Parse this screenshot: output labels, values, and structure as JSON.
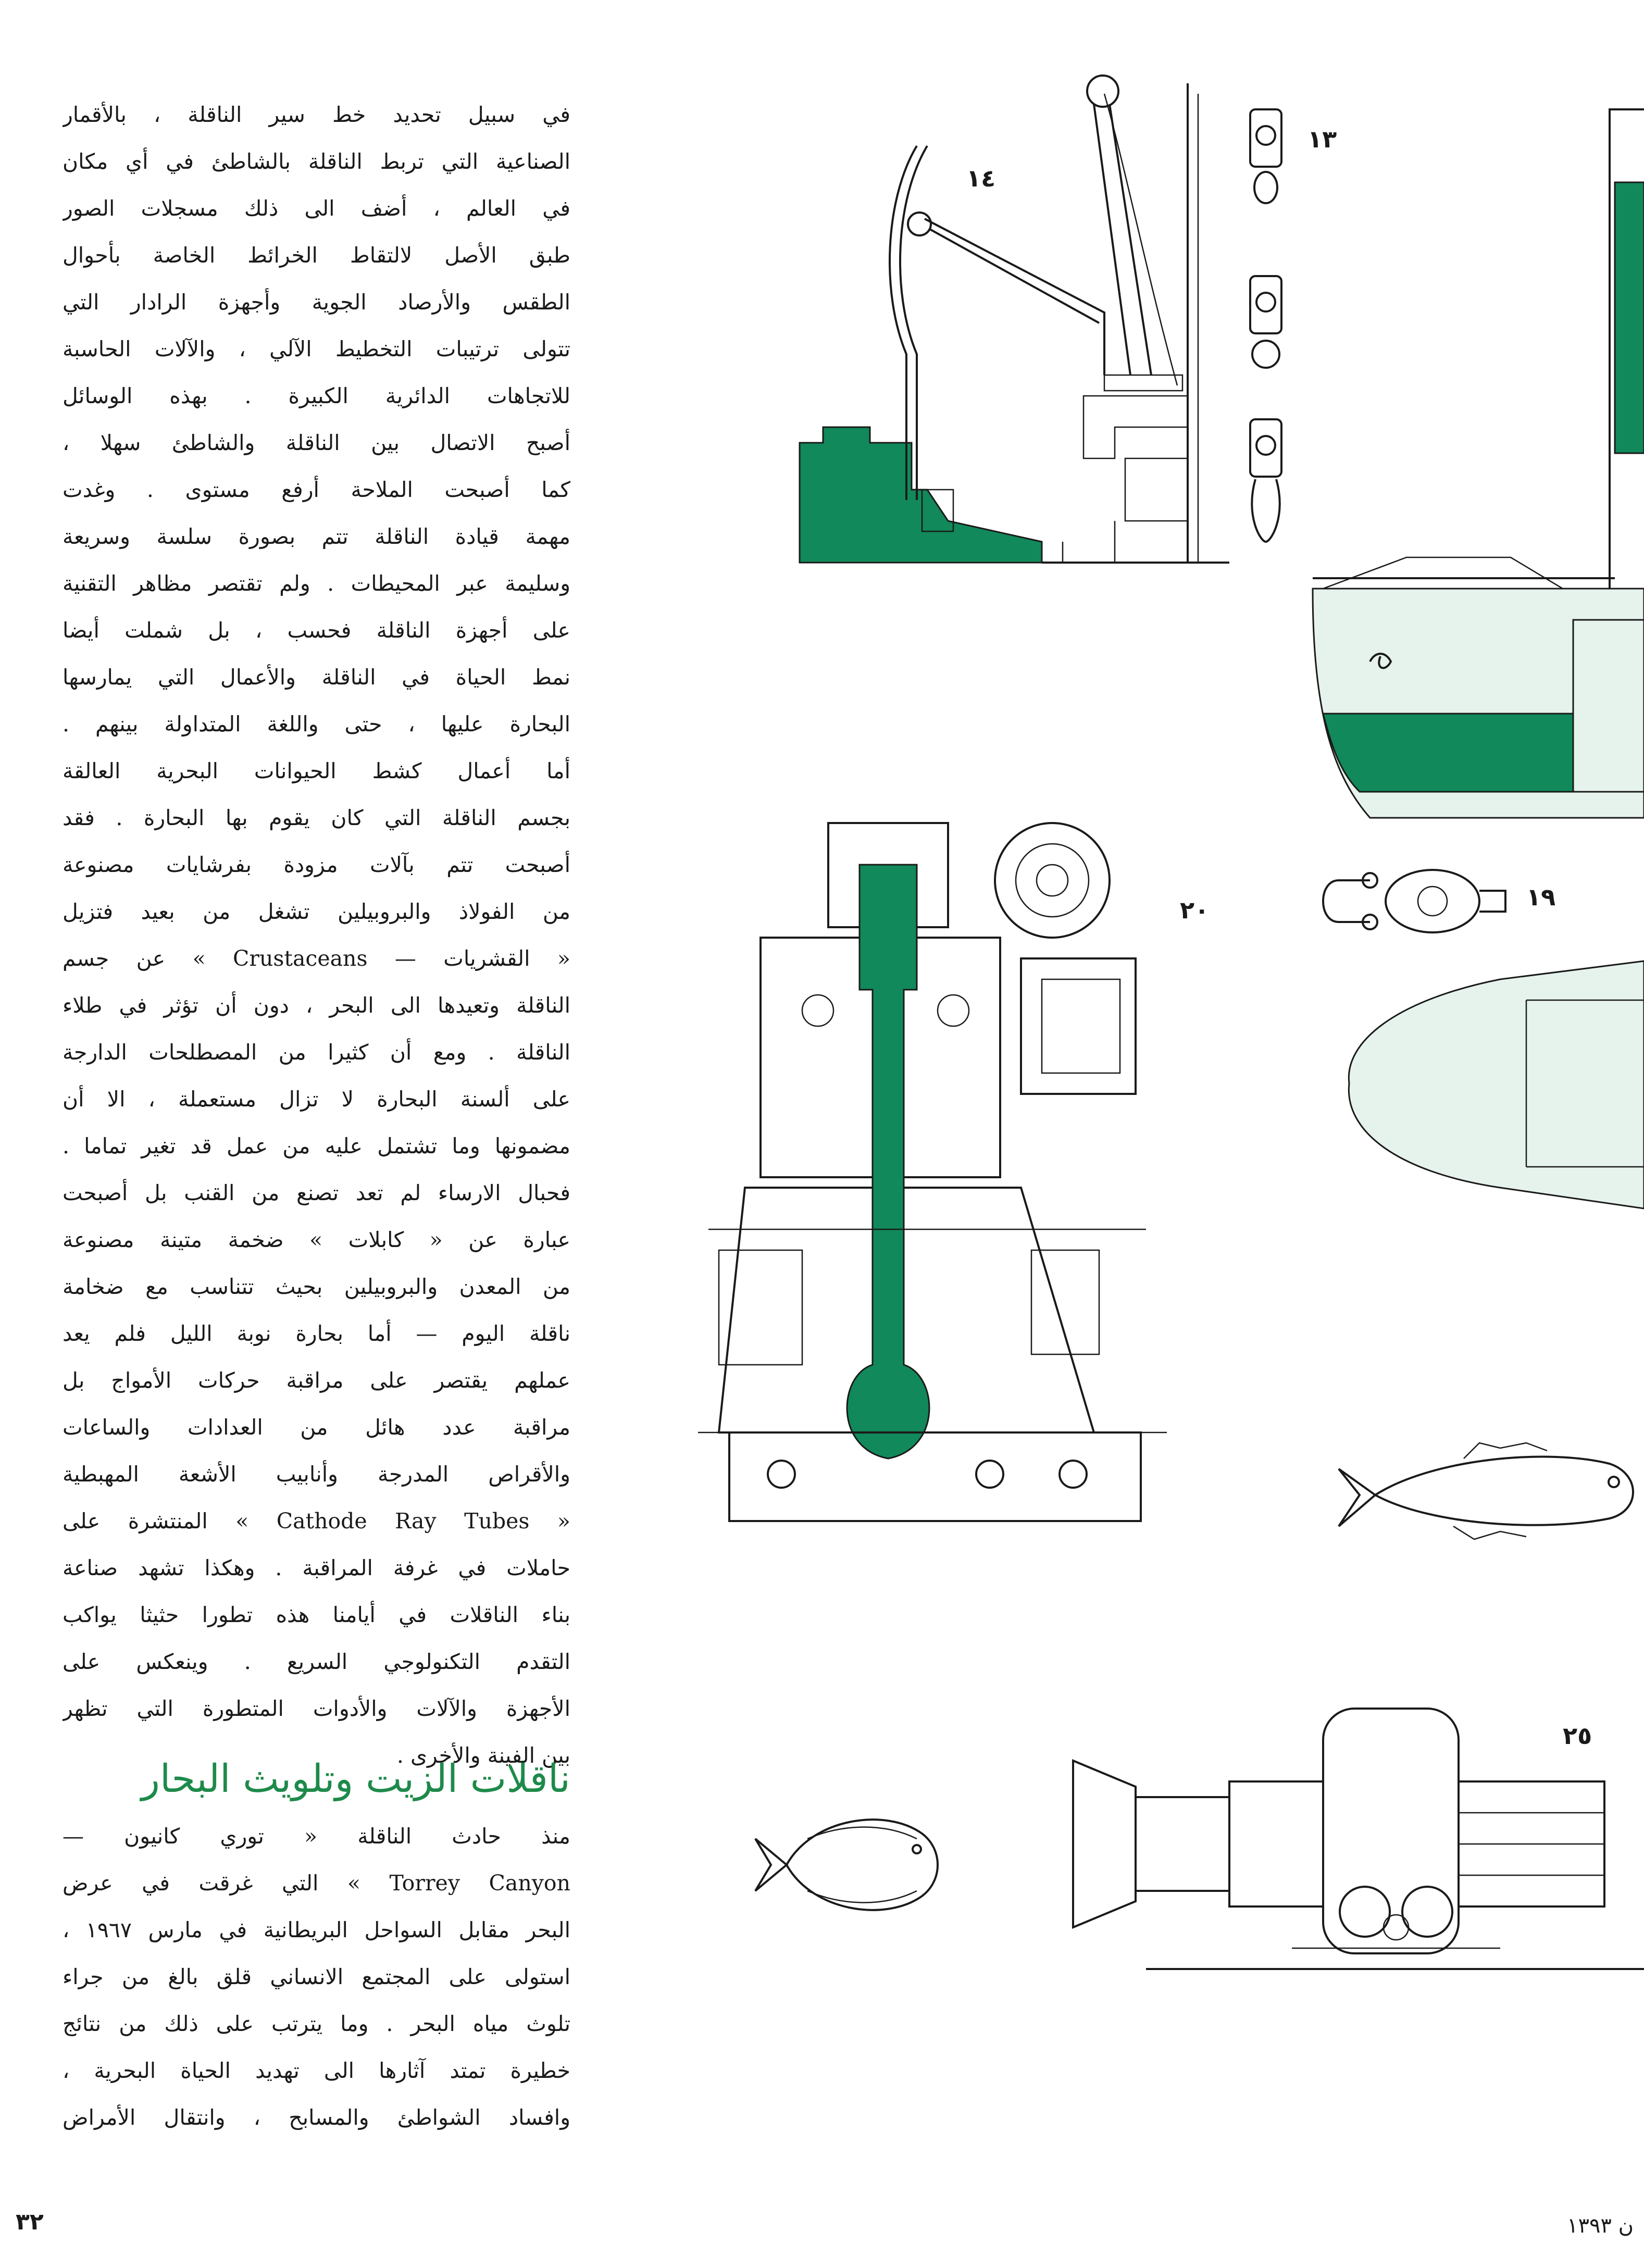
{
  "article": {
    "lines": [
      "في سبيل تحديد خط سير الناقلة ، بالأقمار",
      "الصناعية التي تربط الناقلة بالشاطئ في أي مكان",
      "في العالم ، أضف الى ذلك مسجلات الصور",
      "طبق الأصل لالتقاط الخرائط الخاصة بأحوال",
      "الطقس والأرصاد الجوية وأجهزة الرادار التي",
      "تتولى ترتيبات التخطيط الآلي ، والآلات الحاسبة",
      "للاتجاهات الدائرية الكبيرة . بهذه الوسائل",
      "أصبح الاتصال بين الناقلة والشاطئ سهلا ،",
      "كما أصبحت الملاحة أرفع مستوى . وغدت",
      "مهمة قيادة الناقلة تتم بصورة سلسة وسريعة",
      "وسليمة عبر المحيطات . ولم تقتصر مظاهر التقنية",
      "على أجهزة الناقلة فحسب ، بل شملت أيضا",
      "نمط الحياة في الناقلة والأعمال التي يمارسها",
      "البحارة عليها ، حتى واللغة المتداولة بينهم .",
      "أما أعمال كشط الحيوانات البحرية العالقة",
      "بجسم الناقلة التي كان يقوم بها البحارة . فقد",
      "أصبحت تتم بآلات مزودة بفرشايات مصنوعة",
      "من الفولاذ والبروبيلين تشغل من بعيد فتزيل",
      "« القشريات — Crustaceans » عن جسم",
      "الناقلة وتعيدها الى البحر ، دون أن تؤثر في طلاء",
      "الناقلة . ومع أن كثيرا من المصطلحات الدارجة",
      "على ألسنة البحارة لا تزال مستعملة ، الا أن",
      "مضمونها وما تشتمل عليه من عمل قد تغير تماما .",
      "فحبال الارساء لم تعد تصنع من القنب بل أصبحت",
      "عبارة عن « كابلات » ضخمة متينة مصنوعة",
      "من المعدن والبروبيلين بحيث تتناسب مع ضخامة",
      "ناقلة اليوم — أما بحارة نوبة الليل فلم يعد",
      "عملهم يقتصر على مراقبة حركات الأمواج بل",
      "مراقبة عدد هائل من العدادات والساعات",
      "والأقراص المدرجة وأنابيب الأشعة المهبطية",
      "« Cathode Ray Tubes » المنتشرة على",
      "حاملات في غرفة المراقبة . وهكذا تشهد صناعة",
      "بناء الناقلات في أيامنا هذه تطورا حثيثا يواكب",
      "التقدم التكنولوجي السريع . وينعكس على",
      "الأجهزة والآلات والأدوات المتطورة التي تظهر",
      "بين الفينة والأخرى ."
    ]
  },
  "section": {
    "heading": "ناقلات الزيت وتلويث البحار",
    "lines": [
      "منذ حادث الناقلة « توري كانيون —",
      "Torrey Canyon » التي غرقت في عرض",
      "البحر مقابل السواحل البريطانية في مارس ١٩٦٧ ،",
      "استولى على المجتمع الانساني قلق بالغ من جراء",
      "تلوث مياه البحر . وما يترتب على ذلك من نتائج",
      "خطيرة تمتد آثارها الى تهديد الحياة البحرية ،",
      "وافساد الشواطئ والمسابح ، وانتقال الأمراض"
    ]
  },
  "footer": {
    "page_number": "٣٢",
    "date": "ن ١٣٩٣"
  },
  "figure_labels": {
    "crane": "١٤",
    "shackles": "١٣",
    "engine": "٢٠",
    "block": "١٩",
    "windlass": "٢٥"
  },
  "colors": {
    "accent_green": "#11895a",
    "heading_green": "#1e8a4a",
    "pale_green": "#e6f3ec"
  }
}
